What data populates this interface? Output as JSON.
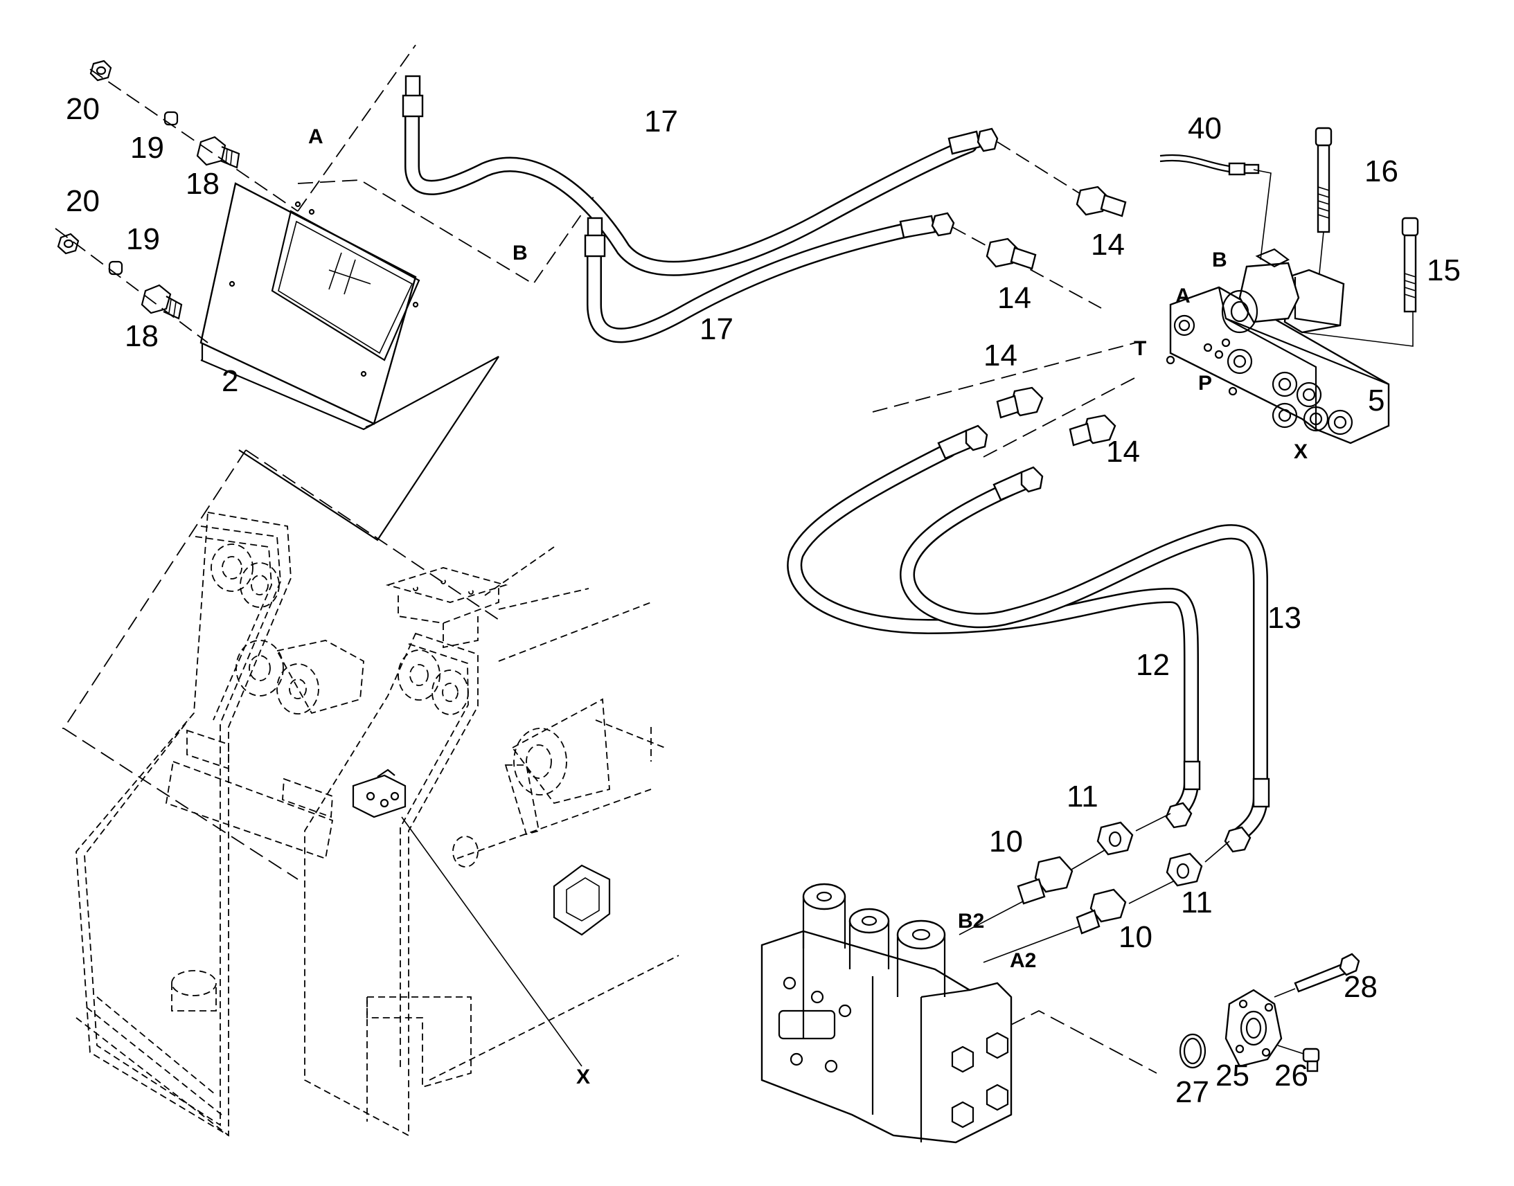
{
  "labels": {
    "p2": "2",
    "p5": "5",
    "p10a": "10",
    "p10b": "10",
    "p11a": "11",
    "p11b": "11",
    "p12": "12",
    "p13": "13",
    "p14a": "14",
    "p14b": "14",
    "p14c": "14",
    "p14d": "14",
    "p15": "15",
    "p16": "16",
    "p17a": "17",
    "p17b": "17",
    "p18a": "18",
    "p18b": "18",
    "p19a": "19",
    "p19b": "19",
    "p20a": "20",
    "p20b": "20",
    "p25": "25",
    "p26": "26",
    "p27": "27",
    "p28": "28",
    "p40": "40"
  },
  "ports": {
    "a_top": "A",
    "b_top": "B",
    "valve_a": "A",
    "valve_b": "B",
    "valve_t": "T",
    "valve_p": "P",
    "valve_x": "X",
    "frame_x": "X",
    "b2": "B2",
    "a2": "A2"
  }
}
